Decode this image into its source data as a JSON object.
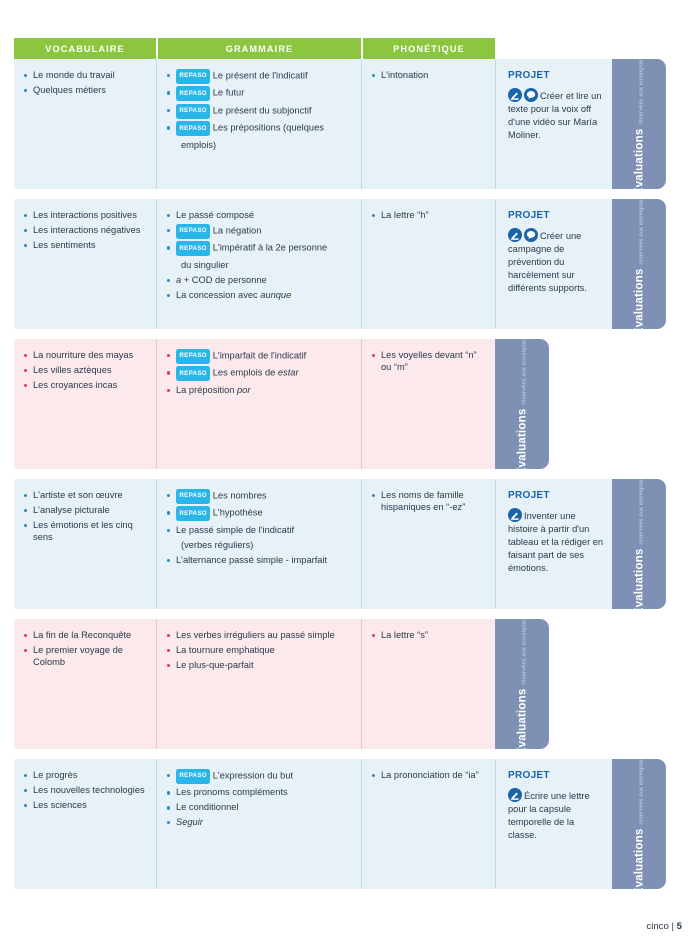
{
  "header": {
    "columns": [
      "VOCABULAIRE",
      "GRAMMAIRE",
      "PHONÉTIQUE"
    ],
    "color": "#8cc63e"
  },
  "labels": {
    "repaso": "REPASO",
    "projet": "PROJET",
    "evaluations_main": "Évaluations",
    "evaluations_sub": "réservées aux enseignants"
  },
  "colors": {
    "header_green": "#8cc63e",
    "row_blue": "#e7f1f8",
    "row_pink": "#fbe9ec",
    "eval_tab": "#7e91b5",
    "repaso_badge": "#29b6e8",
    "projet_blue": "#1a63ad",
    "bullet_blue": "#2a8fb5",
    "bullet_pink": "#e0395c"
  },
  "rows": [
    {
      "theme": "blue",
      "vocabulaire": [
        {
          "text": "Le monde du travail"
        },
        {
          "text": "Quelques métiers"
        }
      ],
      "grammaire": [
        {
          "repaso": true,
          "text": "Le présent de l'indicatif"
        },
        {
          "repaso": true,
          "text": "Le futur"
        },
        {
          "repaso": true,
          "text": "Le présent du subjonctif"
        },
        {
          "repaso": true,
          "text": "Les prépositions (quelques"
        },
        {
          "continuation": true,
          "text": "emplois)"
        }
      ],
      "phonetique": [
        {
          "text": "L'intonation"
        }
      ],
      "projet": {
        "icons": [
          "pencil-icon",
          "speech-bubble-icon"
        ],
        "text": "Créer et lire un texte pour la voix off d'une vidéo sur María Moliner."
      }
    },
    {
      "theme": "blue",
      "vocabulaire": [
        {
          "text": "Les interactions positives"
        },
        {
          "text": "Les interactions négatives"
        },
        {
          "text": "Les sentiments"
        }
      ],
      "grammaire": [
        {
          "text": "Le passé composé"
        },
        {
          "repaso": true,
          "text": "La négation"
        },
        {
          "repaso": true,
          "text": "L'impératif à la 2e personne"
        },
        {
          "continuation": true,
          "text": "du singulier"
        },
        {
          "text": "a + COD de personne",
          "italic_prefix": "a"
        },
        {
          "text": "La concession avec aunque",
          "italic_suffix": "aunque"
        }
      ],
      "phonetique": [
        {
          "text": "La lettre “h”"
        }
      ],
      "projet": {
        "icons": [
          "pencil-icon",
          "speech-bubble-icon"
        ],
        "text": "Créer une campagne de prévention du harcèlement sur différents supports."
      }
    },
    {
      "theme": "pink",
      "vocabulaire": [
        {
          "text": "La nourriture des mayas"
        },
        {
          "text": "Les villes aztèques"
        },
        {
          "text": "Les croyances incas"
        }
      ],
      "grammaire": [
        {
          "repaso": true,
          "text": "L'imparfait de l'indicatif"
        },
        {
          "repaso": true,
          "text": "Les emplois de estar",
          "italic_suffix": "estar"
        },
        {
          "text": "La préposition por",
          "italic_suffix": "por"
        }
      ],
      "phonetique": [
        {
          "text": "Les voyelles devant “n” ou “m”"
        }
      ],
      "projet": null
    },
    {
      "theme": "blue",
      "vocabulaire": [
        {
          "text": "L'artiste et son œuvre"
        },
        {
          "text": "L'analyse picturale"
        },
        {
          "text": "Les émotions et les cinq sens"
        }
      ],
      "grammaire": [
        {
          "repaso": true,
          "text": "Les nombres"
        },
        {
          "repaso": true,
          "text": "L'hypothèse"
        },
        {
          "text": "Le passé simple de l'indicatif"
        },
        {
          "continuation": true,
          "text": "(verbes réguliers)"
        },
        {
          "text": "L'alternance passé simple - imparfait"
        }
      ],
      "phonetique": [
        {
          "text": "Les noms de famille hispaniques en “-ez”"
        }
      ],
      "projet": {
        "icons": [
          "pencil-icon"
        ],
        "text": "Inventer une histoire à partir d'un tableau et la rédiger en faisant part de ses émotions."
      }
    },
    {
      "theme": "pink",
      "vocabulaire": [
        {
          "text": "La fin de la Reconquête"
        },
        {
          "text": "Le premier voyage de Colomb"
        }
      ],
      "grammaire": [
        {
          "text": "Les verbes irréguliers au passé simple"
        },
        {
          "text": "La tournure emphatique"
        },
        {
          "text": "Le plus-que-parfait"
        }
      ],
      "phonetique": [
        {
          "text": "La lettre “s”"
        }
      ],
      "projet": null
    },
    {
      "theme": "blue",
      "vocabulaire": [
        {
          "text": "Le progrès"
        },
        {
          "text": "Les nouvelles technologies"
        },
        {
          "text": "Les sciences"
        }
      ],
      "grammaire": [
        {
          "repaso": true,
          "text": "L'expression du but"
        },
        {
          "text": "Les pronoms compléments"
        },
        {
          "text": "Le conditionnel"
        },
        {
          "text": "Seguir",
          "italic_suffix": "Seguir"
        }
      ],
      "phonetique": [
        {
          "text": "La prononciation de “ia”"
        }
      ],
      "projet": {
        "icons": [
          "pencil-icon"
        ],
        "text": "Écrire une lettre pour la capsule temporelle de la classe."
      }
    }
  ],
  "footer": {
    "word": "cinco",
    "separator": "|",
    "page": "5"
  }
}
